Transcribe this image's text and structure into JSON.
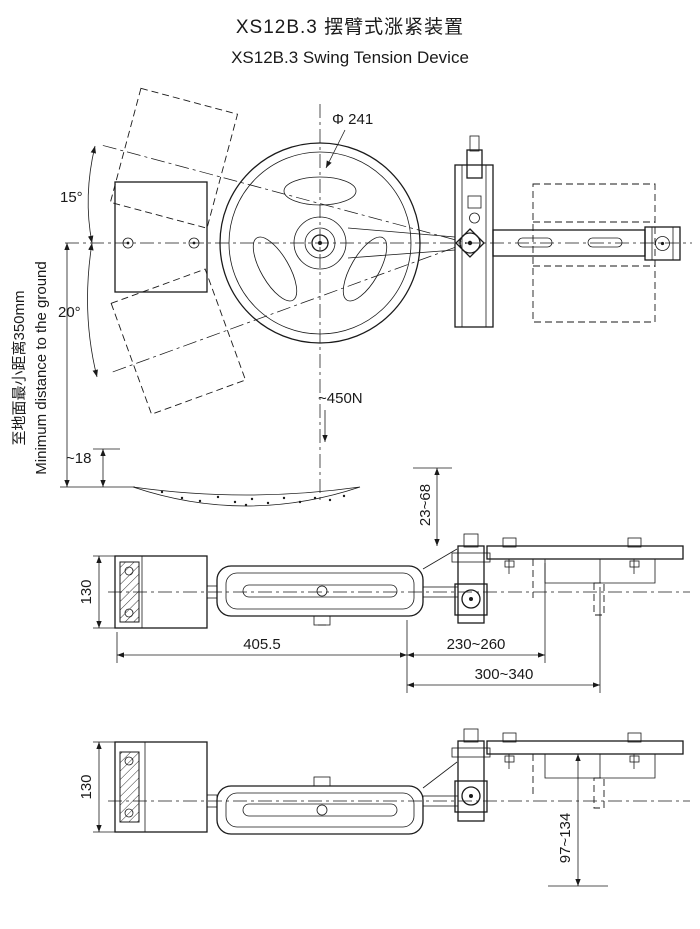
{
  "title": {
    "zh": "XS12B.3 摆臂式涨紧装置",
    "en": "XS12B.3 Swing Tension Device"
  },
  "main_view": {
    "wheel_diameter": "Φ 241",
    "swing_angle_up": "15°",
    "swing_angle_down": "20°",
    "tension_force": "~450N",
    "ground_clearance": "~18",
    "min_distance_label_zh": "至地面最小距离350mm",
    "min_distance_label_en": "Minimum distance to the ground"
  },
  "side_view_upper": {
    "bracket_gap": "23~68",
    "block_height": "130",
    "arm_length": "405.5",
    "bracket_reach": "230~260",
    "overall_reach": "300~340"
  },
  "side_view_lower": {
    "block_height": "130",
    "drop_range": "97~134"
  }
}
